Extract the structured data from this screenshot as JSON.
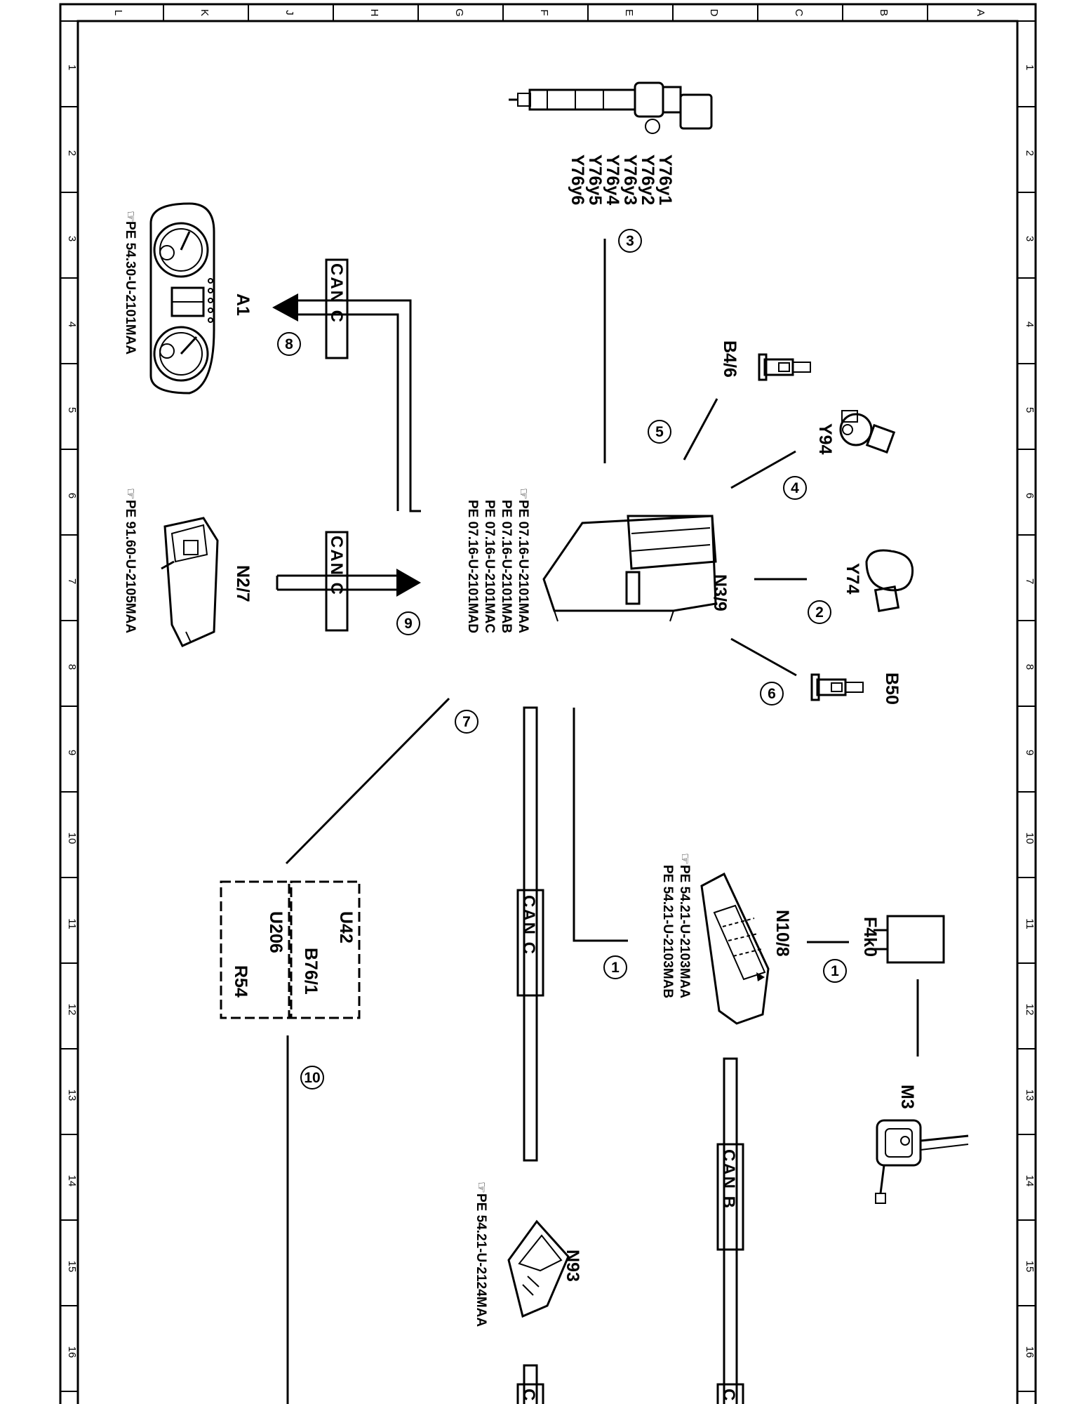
{
  "grid": {
    "top_letters": [
      "L",
      "K",
      "J",
      "H",
      "G",
      "F",
      "E",
      "D",
      "C",
      "B",
      "A"
    ],
    "side_numbers": [
      "1",
      "2",
      "3",
      "4",
      "5",
      "6",
      "7",
      "8",
      "9",
      "10",
      "11",
      "12",
      "13",
      "14",
      "15",
      "16"
    ]
  },
  "components": {
    "injectors": {
      "labels": [
        "Y76y1",
        "Y76y2",
        "Y76y3",
        "Y76y4",
        "Y76y5",
        "Y76y6"
      ]
    },
    "instrument_cluster": {
      "label": "A1",
      "ref": "PE 54.30-U-2101MAA"
    },
    "pressure_sensor": {
      "label": "B4/6"
    },
    "quantity_valve": {
      "label": "Y94"
    },
    "control_unit": {
      "label": "N3/9",
      "refs": [
        "PE 07.16-U-2101MAA",
        "PE 07.16-U-2101MAB",
        "PE 07.16-U-2101MAC",
        "PE 07.16-U-2101MAD"
      ]
    },
    "gateway_module": {
      "label": "N2/7",
      "ref": "PE 91.60-U-2105MAA"
    },
    "regulator_valve": {
      "label": "Y74"
    },
    "temp_sensor": {
      "label": "B50"
    },
    "sam_module": {
      "label": "N10/8",
      "refs": [
        "PE 54.21-U-2103MAA",
        "PE 54.21-U-2103MAB"
      ]
    },
    "relay": {
      "label": "F4k0"
    },
    "fan_motor": {
      "label": "M3"
    },
    "sensor_group": {
      "labels": [
        "U42",
        "B76/1",
        "U206",
        "R54"
      ]
    },
    "module_n93": {
      "label": "N93",
      "ref": "PE 54.21-U-2124MAA"
    }
  },
  "buses": {
    "can_c": "CAN C",
    "can_b": "CAN B",
    "can_c_short": "C"
  },
  "signals": [
    "1",
    "2",
    "3",
    "4",
    "5",
    "6",
    "7",
    "8",
    "9",
    "10",
    "1"
  ]
}
